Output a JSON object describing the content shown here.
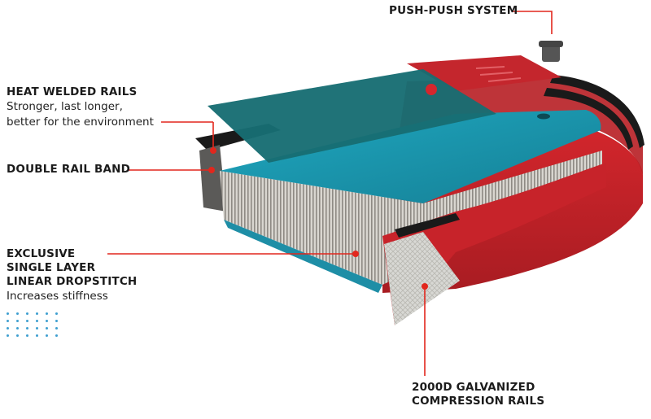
{
  "callouts": {
    "push_push": {
      "title": "PUSH-PUSH SYSTEM"
    },
    "heat_welded": {
      "title": "HEAT WELDED RAILS",
      "desc_line1": "Stronger, last longer,",
      "desc_line2": "better for the environment"
    },
    "double_rail": {
      "title": "DOUBLE RAIL BAND"
    },
    "dropstitch": {
      "title_line1": "EXCLUSIVE",
      "title_line2": "SINGLE LAYER",
      "title_line3": "LINEAR DROPSTITCH",
      "desc": "Increases stiffness"
    },
    "compression": {
      "title_line1": "2000D GALVANIZED",
      "title_line2": "COMPRESSION RAILS"
    }
  },
  "colors": {
    "accent_red": "#e2271d",
    "teal_deck": "#156e74",
    "teal_core": "#1aa0b8",
    "rail_red": "#c7232a",
    "rail_black": "#1a1a1a",
    "dropstitch_grey": "#a9a6a1",
    "dot_blue": "#3f9fd0"
  }
}
